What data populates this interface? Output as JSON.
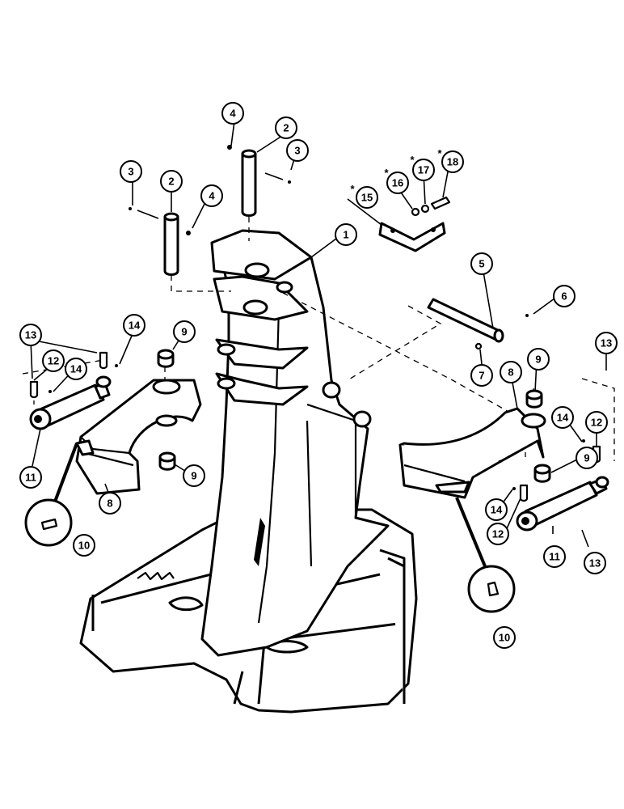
{
  "callouts": {
    "c1": "1",
    "c2a": "2",
    "c2b": "2",
    "c3a": "3",
    "c3b": "3",
    "c4a": "4",
    "c4b": "4",
    "c5": "5",
    "c6": "6",
    "c7": "7",
    "c8a": "8",
    "c8b": "8",
    "c9a": "9",
    "c9b": "9",
    "c9c": "9",
    "c9d": "9",
    "c10a": "10",
    "c10b": "10",
    "c11a": "11",
    "c11b": "11",
    "c12a": "12",
    "c12b": "12",
    "c12c": "12",
    "c13a": "13",
    "c13b": "13",
    "c13c": "13",
    "c14a": "14",
    "c14b": "14",
    "c14c": "14",
    "c14d": "14",
    "c15": "15",
    "c16": "16",
    "c17": "17",
    "c18": "18"
  },
  "asterisk": "*"
}
